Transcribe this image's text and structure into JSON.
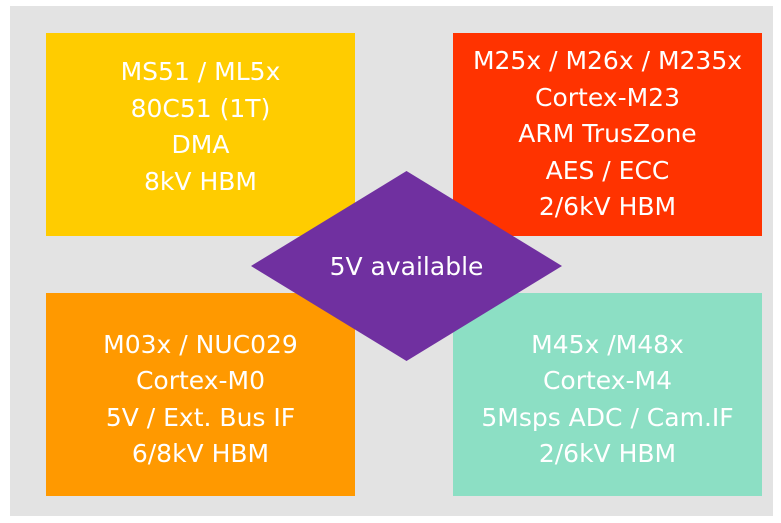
{
  "colors": {
    "background": "#e3e3e3",
    "top_left": "#ffcc00",
    "top_right": "#ff3300",
    "bottom_left": "#ff9900",
    "bottom_right": "#8cdfc4",
    "diamond": "#7030a0",
    "text": "#ffffff"
  },
  "boxes": {
    "top_left": {
      "lines": [
        "MS51 / ML5x",
        "80C51 (1T)",
        "DMA",
        "8kV HBM"
      ]
    },
    "top_right": {
      "lines": [
        "M25x / M26x / M235x",
        "Cortex-M23",
        "ARM TrusZone",
        "AES / ECC",
        "2/6kV HBM"
      ]
    },
    "bottom_left": {
      "lines": [
        "M03x / NUC029",
        "Cortex-M0",
        "5V / Ext. Bus IF",
        "6/8kV HBM"
      ]
    },
    "bottom_right": {
      "lines": [
        "M45x /M48x",
        "Cortex-M4",
        "5Msps ADC / Cam.IF",
        "2/6kV HBM"
      ]
    }
  },
  "center": {
    "label": "5V available"
  }
}
